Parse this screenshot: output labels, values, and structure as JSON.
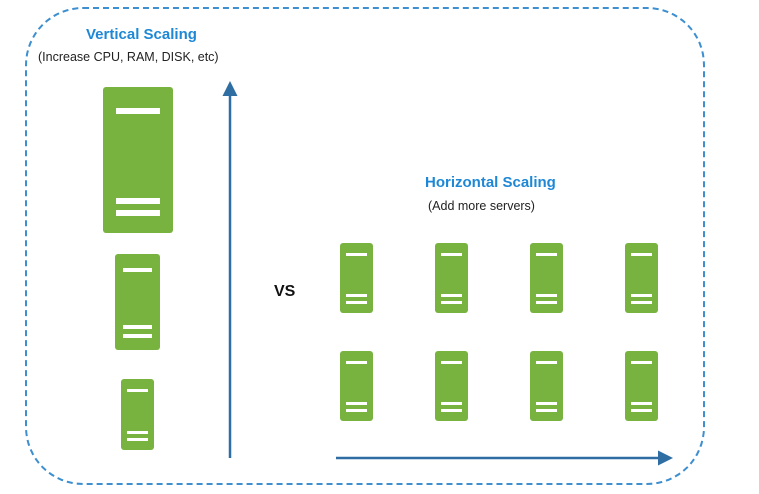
{
  "vertical": {
    "title": "Vertical Scaling",
    "subtitle": "(Increase CPU, RAM, DISK, etc)",
    "server_count": 3
  },
  "vs_label": "VS",
  "horizontal": {
    "title": "Horizontal Scaling",
    "subtitle": "(Add more servers)",
    "server_count": 8
  },
  "colors": {
    "server": "#78b340",
    "accent": "#1e88d6",
    "arrow": "#2f6ea3",
    "border": "#3d8fd0"
  }
}
